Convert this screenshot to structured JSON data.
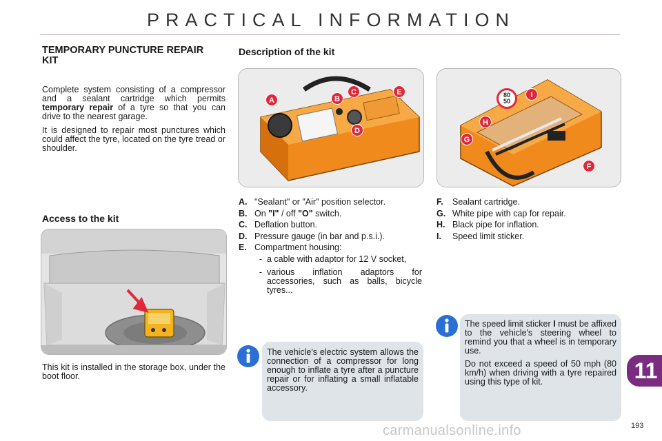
{
  "header": {
    "title": "PRACTICAL INFORMATION"
  },
  "intro": {
    "heading": "TEMPORARY PUNCTURE REPAIR KIT",
    "para1_start": "Complete system consisting of a compressor and a sealant cartridge which permits ",
    "para1_bold": "temporary repair",
    "para1_end": " of a tyre so that you can drive to the nearest garage.",
    "para2": "It is designed to repair most punctures which could affect the tyre, located on the tyre tread or shoulder."
  },
  "access": {
    "heading": "Access to the kit",
    "caption": "This kit is installed in the storage box, under the boot floor."
  },
  "kit": {
    "heading": "Description of the kit",
    "callouts_left": [
      "A",
      "B",
      "C",
      "D",
      "E"
    ],
    "callouts_right": [
      "F",
      "G",
      "H",
      "I"
    ],
    "sticker_text": {
      "top": "80",
      "bottom": "50"
    }
  },
  "items_left": [
    {
      "key": "A.",
      "text": "\"Sealant\" or \"Air\" position selector."
    },
    {
      "key": "B.",
      "pre": "On ",
      "b1": "\"I\"",
      "mid": " / off ",
      "b2": "\"O\"",
      "post": " switch."
    },
    {
      "key": "C.",
      "text": "Deflation button."
    },
    {
      "key": "D.",
      "text": "Pressure gauge (in bar and p.s.i.)."
    },
    {
      "key": "E.",
      "text": "Compartment housing:",
      "subs": [
        "a cable with adaptor for 12 V socket,",
        "various inflation adaptors for accessories, such as balls, bicycle tyres..."
      ]
    }
  ],
  "items_right": [
    {
      "key": "F.",
      "text": "Sealant cartridge."
    },
    {
      "key": "G.",
      "text": "White pipe with cap for repair."
    },
    {
      "key": "H.",
      "text": "Black pipe for inflation."
    },
    {
      "key": "I.",
      "text": "Speed limit sticker."
    }
  ],
  "note_left": {
    "text": "The vehicle's electric system allows the connection of a compressor for long enough to inflate a tyre after a puncture repair or for inflating a small inflatable accessory."
  },
  "note_right": {
    "p1_start": "The speed limit sticker ",
    "p1_bold": "I",
    "p1_end": " must be affixed to the vehicle's steering wheel to remind you that a wheel is in temporary use.",
    "p2": "Do not exceed a speed of 50 mph (80 km/h) when driving with a tyre repaired using this type of kit."
  },
  "footer": {
    "chapter": "11",
    "page": "193",
    "watermark": "carmanualsonline.info"
  },
  "colors": {
    "accent": "#7a2d80",
    "orange": "#f08a1c",
    "callout_red": "#e0283a",
    "note_bg": "#dfe4e8"
  }
}
